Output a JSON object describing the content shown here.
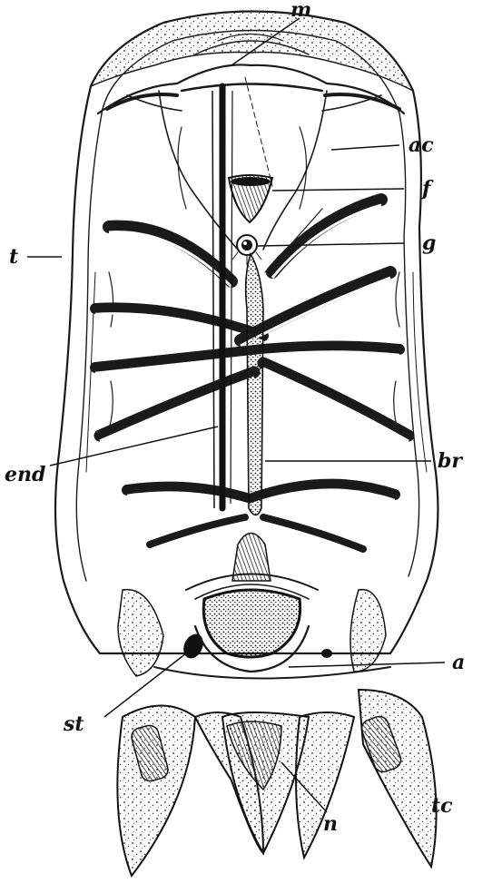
{
  "labels": {
    "m": "m",
    "ac": "ac",
    "f": "f",
    "g": "g",
    "t": "t",
    "end": "end",
    "br": "br",
    "a": "a",
    "st": "st",
    "tc": "tc",
    "n": "n"
  }
}
